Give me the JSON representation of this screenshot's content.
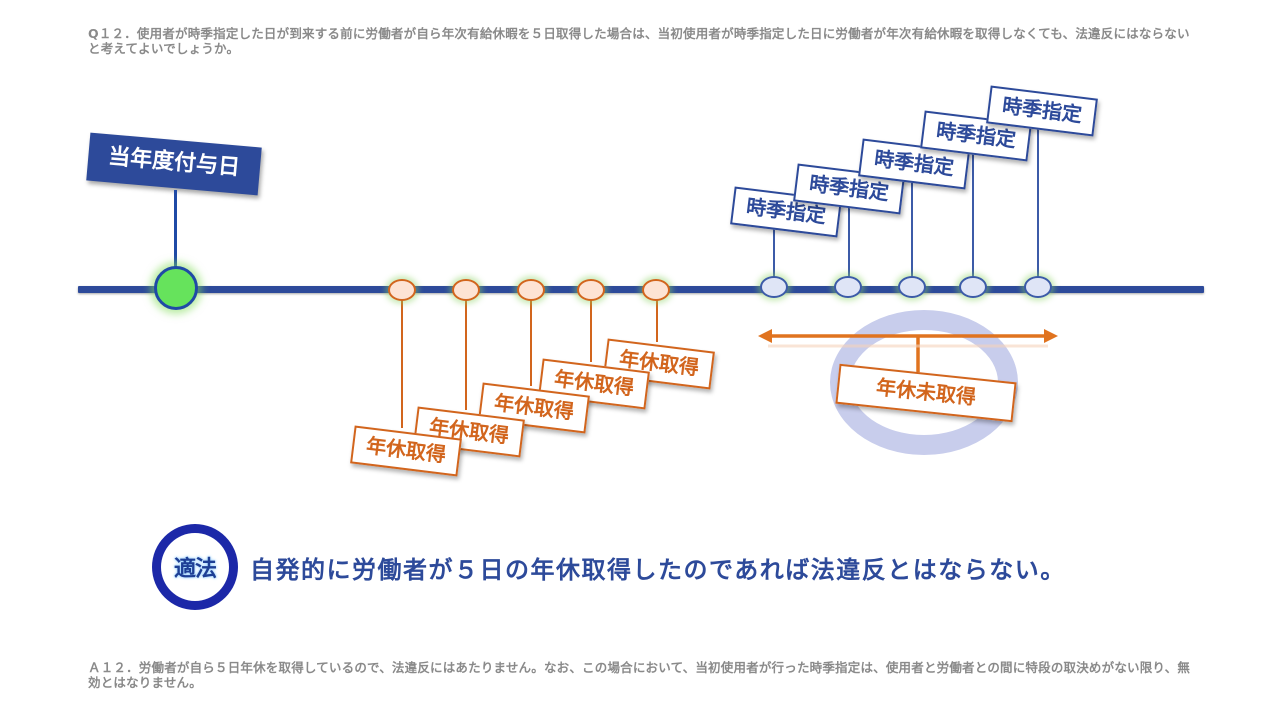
{
  "question": "Q１２．使用者が時季指定した日が到来する前に労働者が自ら年次有給休暇を５日取得した場合は、当初使用者が時季指定した日に労働者が年次有給休暇を取得しなくても、法違反にはならないと考えてよいでしょうか。",
  "timeline": {
    "grant_label": "当年度付与日",
    "taken_labels": [
      "年休取得",
      "年休取得",
      "年休取得",
      "年休取得",
      "年休取得"
    ],
    "designation_labels": [
      "時季指定",
      "時季指定",
      "時季指定",
      "時季指定",
      "時季指定"
    ],
    "untaken_label": "年休未取得"
  },
  "result": {
    "badge": "適法",
    "conclusion": "自発的に労働者が５日の年休取得したのであれば法違反とはならない。"
  },
  "answer": "Ａ１２．労働者が自ら５日年休を取得しているので、法違反にはあたりません。なお、この場合において、当初使用者が行った時季指定は、使用者と労働者との間に特段の取決めがない限り、無効とはなりません。",
  "colors": {
    "timeline": "#2d4a9a",
    "taken": "#d2651d",
    "designation": "#2d4a9a",
    "grant_node": "#66e35c",
    "ring": "#c8cdec",
    "badge": "#1c28a8"
  }
}
